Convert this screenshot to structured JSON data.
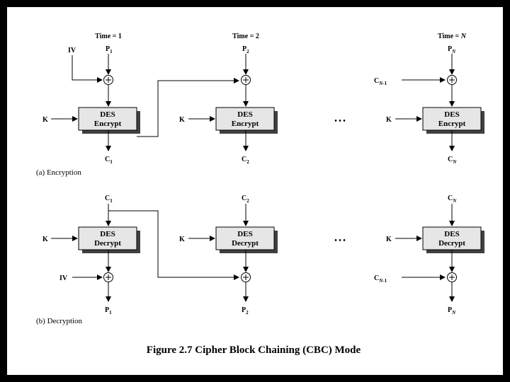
{
  "time_labels": {
    "t1": {
      "prefix": "Time = ",
      "value": "1"
    },
    "t2": {
      "prefix": "Time = ",
      "value": "2"
    },
    "tN": {
      "prefix": "Time = ",
      "value": "N"
    }
  },
  "encryption": {
    "section_label": "(a) Encryption",
    "box_line1": "DES",
    "box_line2": "Encrypt",
    "key": "K",
    "iv": "IV",
    "inputs": [
      {
        "letter": "P",
        "sub": "1"
      },
      {
        "letter": "P",
        "sub": "2"
      },
      {
        "letter": "P",
        "sub": "N"
      }
    ],
    "outputs": [
      {
        "letter": "C",
        "sub": "1"
      },
      {
        "letter": "C",
        "sub": "2"
      },
      {
        "letter": "C",
        "sub": "N"
      }
    ],
    "prev_cipher": {
      "letter": "C",
      "sub": "N",
      "suffix": "-1"
    }
  },
  "decryption": {
    "section_label": "(b) Decryption",
    "box_line1": "DES",
    "box_line2": "Decrypt",
    "key": "K",
    "iv": "IV",
    "inputs": [
      {
        "letter": "C",
        "sub": "1"
      },
      {
        "letter": "C",
        "sub": "2"
      },
      {
        "letter": "C",
        "sub": "N"
      }
    ],
    "outputs": [
      {
        "letter": "P",
        "sub": "1"
      },
      {
        "letter": "P",
        "sub": "2"
      },
      {
        "letter": "P",
        "sub": "N"
      }
    ],
    "prev_cipher": {
      "letter": "C",
      "sub": "N",
      "suffix": "-1"
    }
  },
  "ellipsis": "• • •",
  "xor_symbol": "+",
  "figure_caption": "Figure 2.7 Cipher Block Chaining (CBC) Mode"
}
